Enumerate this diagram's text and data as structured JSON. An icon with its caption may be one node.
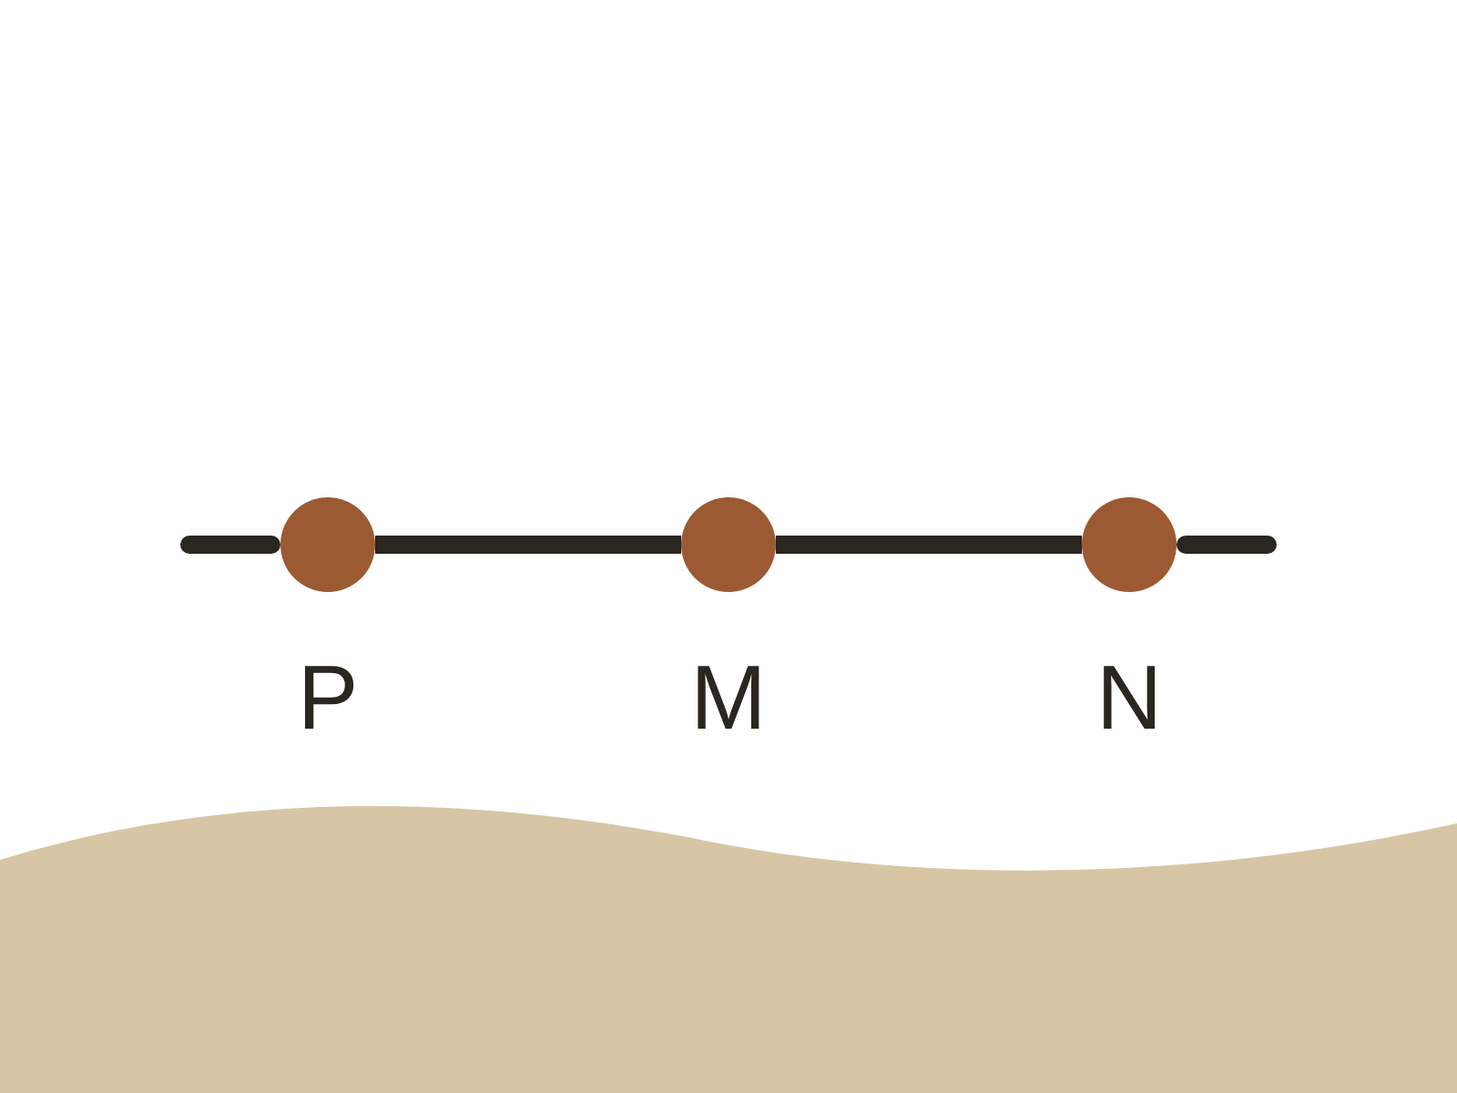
{
  "diagram": {
    "nodes": [
      {
        "text": [],
        "shape": "circle",
        "beside": [
          "P"
        ]
      },
      {
        "text": [],
        "shape": "circle",
        "beside": [
          "M"
        ]
      },
      {
        "text": [],
        "shape": "circle",
        "beside": [
          "N"
        ]
      }
    ],
    "edges": [
      {
        "from": null,
        "to": 0,
        "arrow": "none"
      },
      {
        "from": 0,
        "to": 1,
        "arrow": "none"
      },
      {
        "from": 1,
        "to": 2,
        "arrow": "none"
      },
      {
        "from": 2,
        "to": null,
        "arrow": "none"
      }
    ]
  }
}
